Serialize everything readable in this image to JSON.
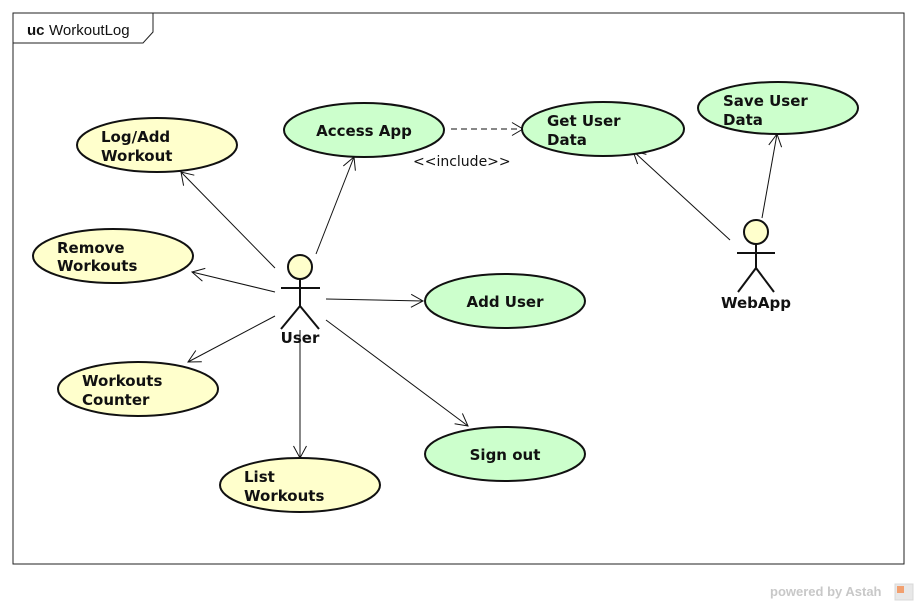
{
  "frame": {
    "keyword": "uc",
    "name": "WorkoutLog"
  },
  "actors": [
    {
      "id": "user",
      "label": "User"
    },
    {
      "id": "webapp",
      "label": "WebApp"
    }
  ],
  "use_cases": [
    {
      "id": "log-add-workout",
      "lines": [
        "Log/Add",
        "Workout"
      ],
      "color": "#ffffcc"
    },
    {
      "id": "remove-workouts",
      "lines": [
        "Remove",
        "Workouts"
      ],
      "color": "#ffffcc"
    },
    {
      "id": "workouts-counter",
      "lines": [
        "Workouts",
        "Counter"
      ],
      "color": "#ffffcc"
    },
    {
      "id": "list-workouts",
      "lines": [
        "List",
        "Workouts"
      ],
      "color": "#ffffcc"
    },
    {
      "id": "access-app",
      "lines": [
        "Access App"
      ],
      "color": "#ccffcc"
    },
    {
      "id": "get-user-data",
      "lines": [
        "Get User",
        "Data"
      ],
      "color": "#ccffcc"
    },
    {
      "id": "save-user-data",
      "lines": [
        "Save User",
        "Data"
      ],
      "color": "#ccffcc"
    },
    {
      "id": "add-user",
      "lines": [
        "Add User"
      ],
      "color": "#ccffcc"
    },
    {
      "id": "sign-out",
      "lines": [
        "Sign out"
      ],
      "color": "#ccffcc"
    }
  ],
  "relations": [
    {
      "from": "user",
      "to": "log-add-workout",
      "type": "association"
    },
    {
      "from": "user",
      "to": "remove-workouts",
      "type": "association"
    },
    {
      "from": "user",
      "to": "workouts-counter",
      "type": "association"
    },
    {
      "from": "user",
      "to": "list-workouts",
      "type": "association"
    },
    {
      "from": "user",
      "to": "access-app",
      "type": "association"
    },
    {
      "from": "user",
      "to": "add-user",
      "type": "association"
    },
    {
      "from": "user",
      "to": "sign-out",
      "type": "association"
    },
    {
      "from": "webapp",
      "to": "get-user-data",
      "type": "association"
    },
    {
      "from": "webapp",
      "to": "save-user-data",
      "type": "association"
    },
    {
      "from": "access-app",
      "to": "get-user-data",
      "type": "include",
      "label": "<<include>>"
    }
  ],
  "footer": {
    "text": "powered by Astah"
  }
}
